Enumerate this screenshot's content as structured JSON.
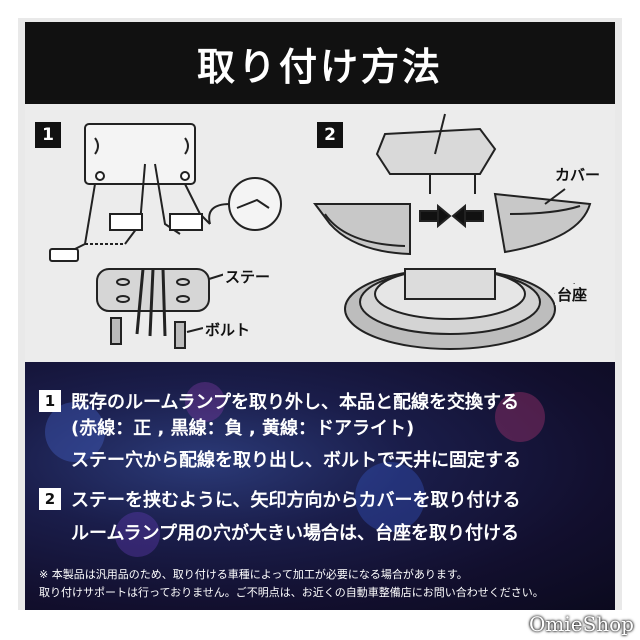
{
  "header": {
    "title": "取り付け方法"
  },
  "diagram": {
    "step1": {
      "number": "1",
      "labels": {
        "stay": "ステー",
        "bolt": "ボルト"
      }
    },
    "step2": {
      "number": "2",
      "labels": {
        "cover": "カバー",
        "base": "台座"
      }
    }
  },
  "instructions": [
    {
      "number": "1",
      "lines": [
        "既存のルームランプを取り外し、本品と配線を交換する",
        "(赤線：正 , 黒線：負 , 黄線：ドアライト)",
        "ステー穴から配線を取り出し、ボルトで天井に固定する"
      ]
    },
    {
      "number": "2",
      "lines": [
        "ステーを挟むように、矢印方向からカバーを取り付ける",
        "ルームランプ用の穴が大きい場合は、台座を取り付ける"
      ]
    }
  ],
  "notes": [
    "※ 本製品は汎用品のため、取り付ける車種によって加工が必要になる場合があります。",
    "取り付けサポートは行っておりません。ご不明点は、お近くの自動車整備店にお問い合わせください。"
  ],
  "watermark": "OmieShop",
  "colors": {
    "header_bg": "#111111",
    "panel_bg": "#ececec",
    "bottom_bg": "#120f2e"
  }
}
